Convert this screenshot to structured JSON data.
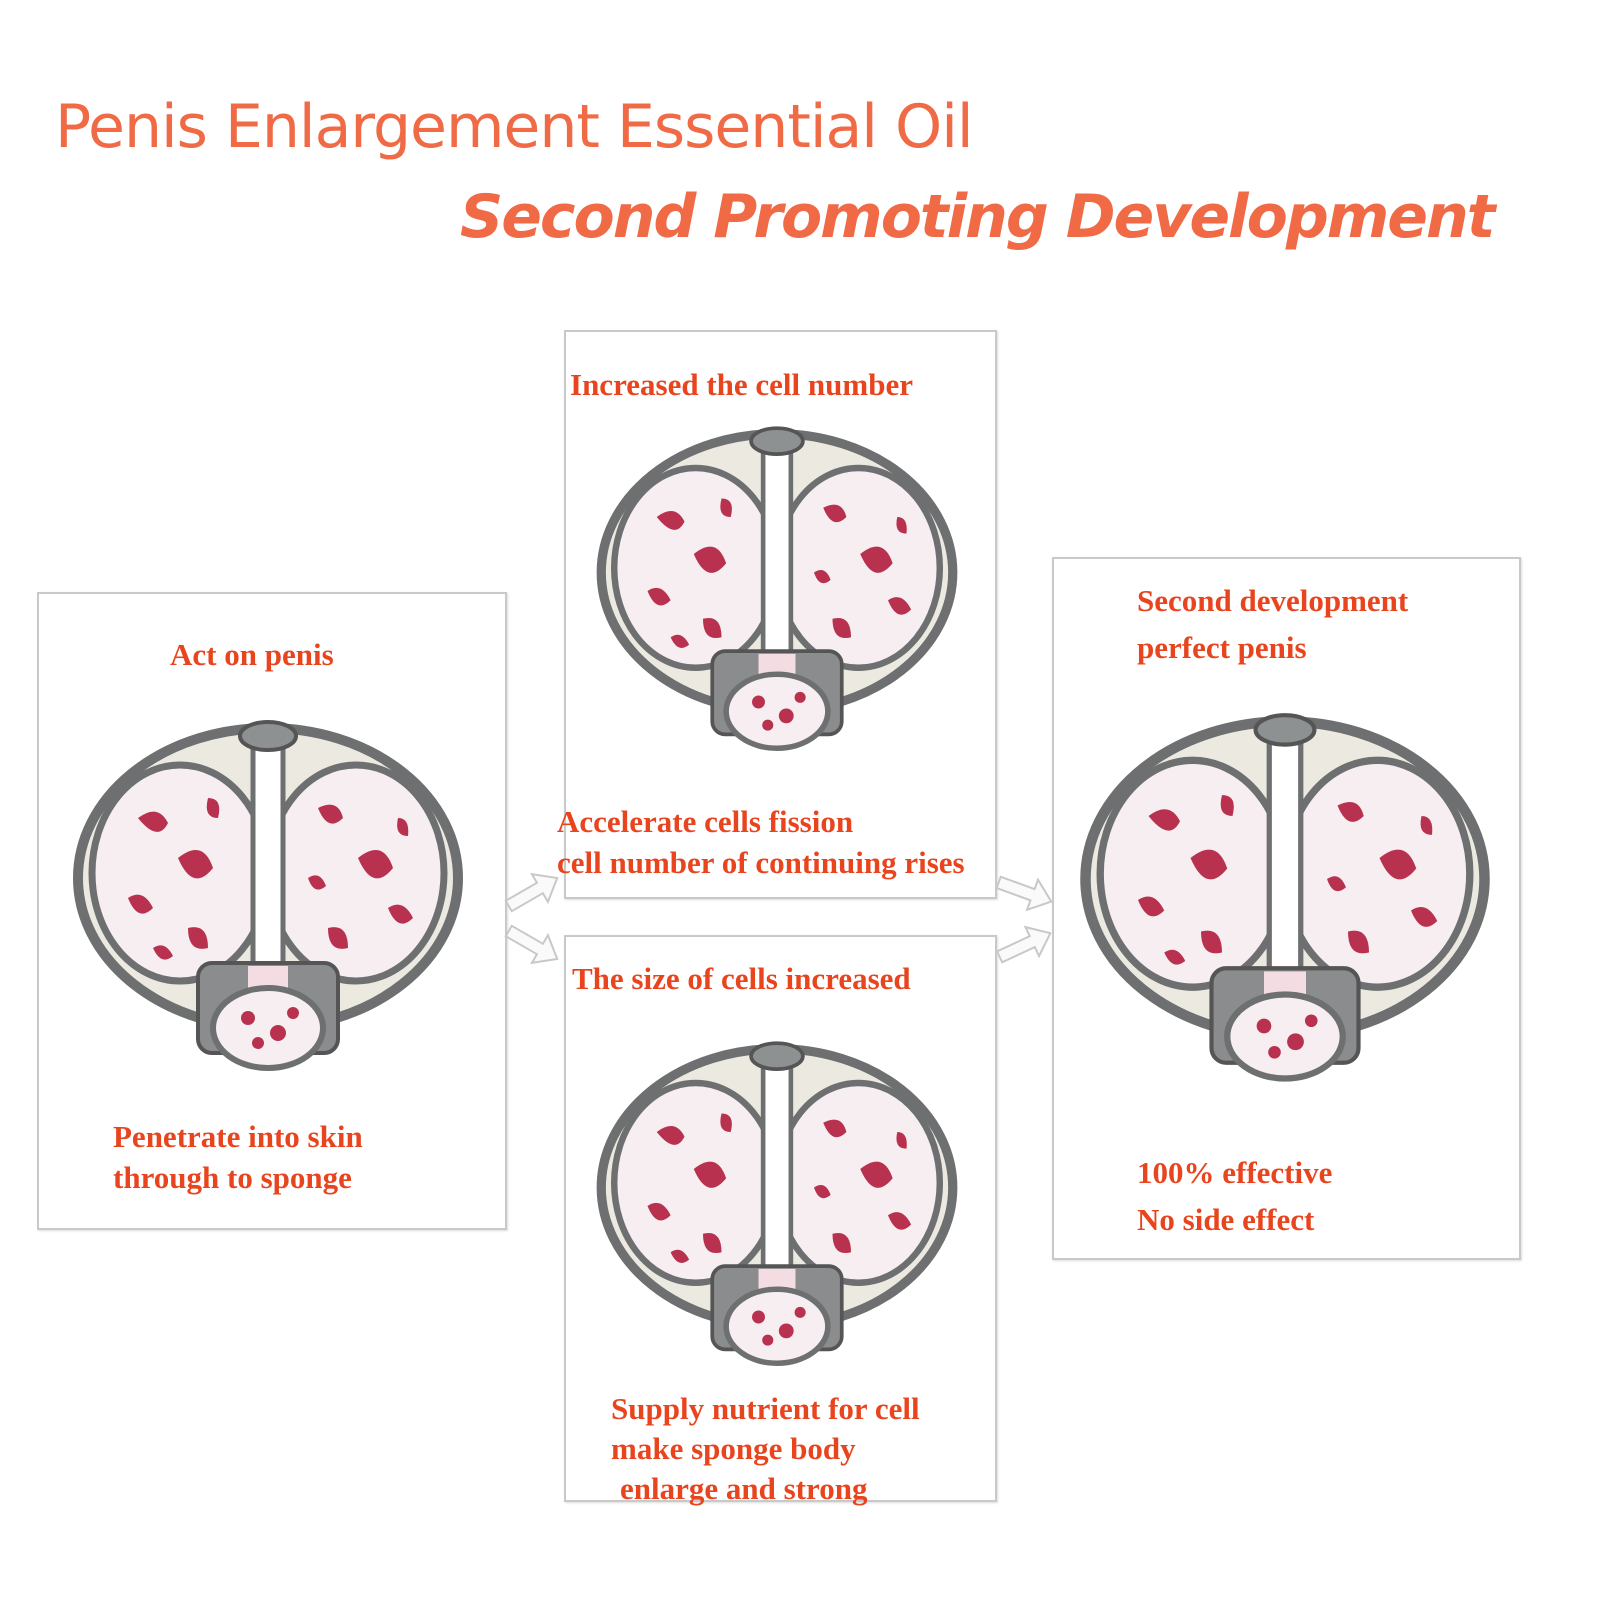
{
  "title": "Penis Enlargement Essential Oil",
  "subtitle": "Second Promoting Development",
  "colors": {
    "title": "#ef6a45",
    "label": "#e8451f",
    "tissue": "#b8324f"
  },
  "panels": {
    "left": {
      "top": "Act on penis",
      "bottom1": "Penetrate into skin",
      "bottom2": "through to sponge"
    },
    "middle_top": {
      "top": "Increased the cell number",
      "bottom1": "Accelerate cells fission",
      "bottom2": "cell number of continuing rises"
    },
    "middle_bottom": {
      "top": "The size of cells increased",
      "bottom1": "Supply nutrient for cell",
      "bottom2": "make sponge body",
      "bottom3": "enlarge and strong"
    },
    "right": {
      "top1": "Second development",
      "top2": "perfect penis",
      "bottom1": "100% effective",
      "bottom2": "No side effect"
    }
  }
}
